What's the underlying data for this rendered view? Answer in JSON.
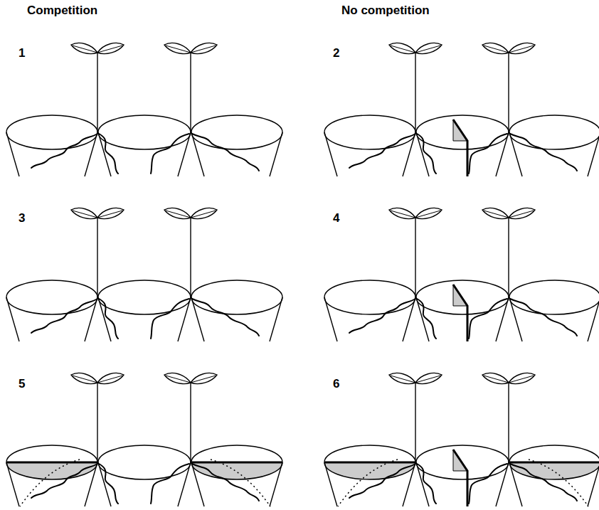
{
  "diagram": {
    "labels": [
      "Competition",
      "No competition",
      "1",
      "2",
      "3",
      "4",
      "5",
      "6"
    ]
  }
}
